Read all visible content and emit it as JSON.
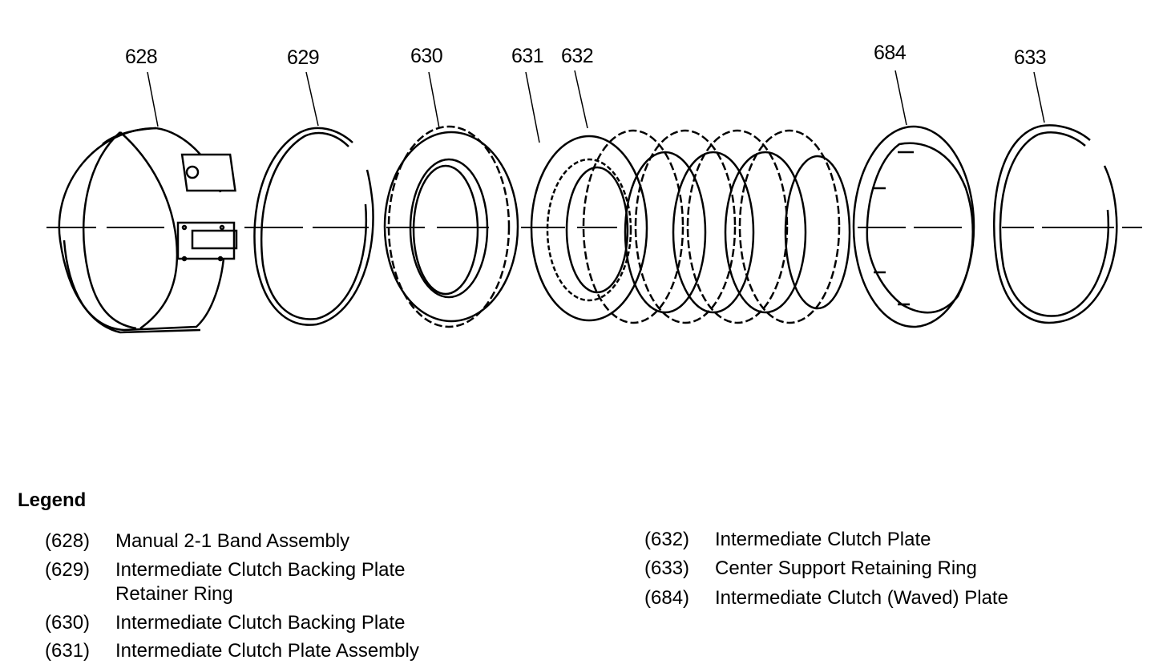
{
  "diagram": {
    "callouts": [
      "628",
      "629",
      "630",
      "631",
      "632",
      "684",
      "633"
    ]
  },
  "legend": {
    "title": "Legend",
    "items": [
      {
        "number": "(628)",
        "lines": [
          "Manual 2-1 Band Assembly"
        ]
      },
      {
        "number": "(629)",
        "lines": [
          "Intermediate Clutch Backing Plate",
          "Retainer Ring"
        ]
      },
      {
        "number": "(630)",
        "lines": [
          "Intermediate Clutch Backing Plate"
        ]
      },
      {
        "number": "(631)",
        "lines": [
          "Intermediate Clutch Plate Assembly"
        ]
      },
      {
        "number": "(632)",
        "lines": [
          "Intermediate Clutch Plate"
        ]
      },
      {
        "number": "(633)",
        "lines": [
          "Center Support Retaining Ring"
        ]
      },
      {
        "number": "(684)",
        "lines": [
          "Intermediate Clutch (Waved) Plate"
        ]
      }
    ]
  }
}
